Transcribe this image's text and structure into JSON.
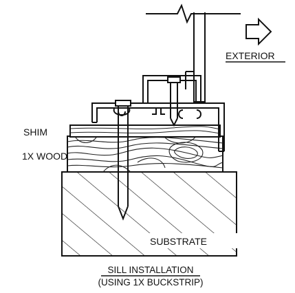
{
  "labels": {
    "exterior": "EXTERIOR",
    "shim": "SHIM",
    "wood": "1X WOOD",
    "substrate": "SUBSTRATE"
  },
  "caption": {
    "title": "SILL INSTALLATION",
    "subtitle": "(USING 1X BUCKSTRIP)"
  }
}
